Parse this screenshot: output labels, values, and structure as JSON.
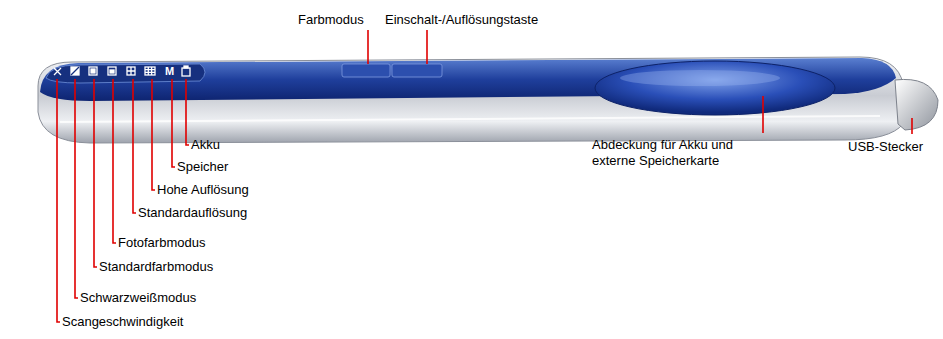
{
  "diagram": {
    "labels": [
      "Farbmodus",
      "Einschalt-/Auflösungstaste",
      "M",
      "Akku",
      "Speicher",
      "Hohe Auflösung",
      "Standardauflösung",
      "Fotofarbmodus",
      "Standardfarbmodus",
      "Schwarzweißmodus",
      "Scangeschwindigkeit",
      "Abdeckung für Akku und externe Speicherkarte",
      "USB-Stecker"
    ]
  }
}
